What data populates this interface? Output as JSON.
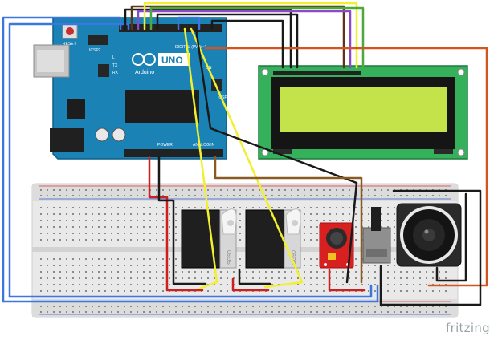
{
  "board": {
    "reset": "RESET",
    "icsp2": "ICSP2",
    "tx": "TX",
    "rx": "RX",
    "led_l": "L",
    "logo_brand": "Arduino",
    "logo_model": "UNO",
    "on": "ON",
    "icsp": "ICSP",
    "digital": "DIGITAL (PWM~)",
    "power": "POWER",
    "analog": "ANALOG IN"
  },
  "modules": {
    "servo_left": "SG90",
    "servo_right": "SG90"
  },
  "footer": {
    "brand": "fritzing"
  },
  "colors": {
    "board": "#1a82b4",
    "lcd_screen": "#c4e34a",
    "lcd_pcb": "#35b15c",
    "wire_blue": "#3b77e0",
    "wire_black": "#1a1a1a",
    "wire_red": "#cc1f1f",
    "wire_yellow": "#f2ef2f",
    "wire_orange": "#d4541e",
    "wire_brown": "#8b5a22",
    "wire_purple": "#8c49c9",
    "wire_green": "#4ea93d"
  }
}
